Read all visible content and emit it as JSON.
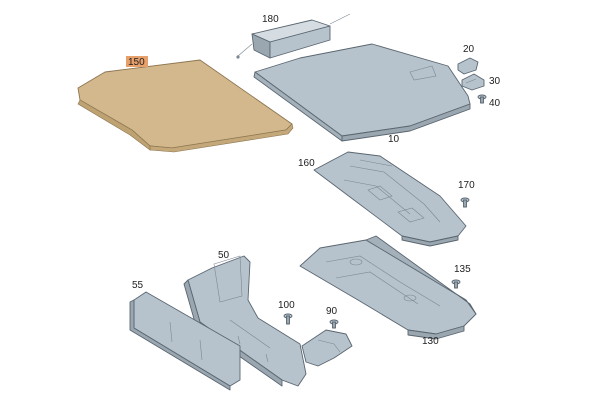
{
  "diagram": {
    "colors": {
      "part_fill": "#b7c3cc",
      "part_shade": "#9aa7b1",
      "part_light": "#d5dde3",
      "highlight_fill": "#d2b88c",
      "highlight_shade": "#c4a87a",
      "highlight_label_bg": "#e8a06a"
    },
    "callouts": [
      {
        "id": "180",
        "text": "180"
      },
      {
        "id": "150",
        "text": "150",
        "highlighted": true
      },
      {
        "id": "20",
        "text": "20"
      },
      {
        "id": "30",
        "text": "30"
      },
      {
        "id": "40",
        "text": "40"
      },
      {
        "id": "10",
        "text": "10"
      },
      {
        "id": "160",
        "text": "160"
      },
      {
        "id": "170",
        "text": "170"
      },
      {
        "id": "50",
        "text": "50"
      },
      {
        "id": "135",
        "text": "135"
      },
      {
        "id": "55",
        "text": "55"
      },
      {
        "id": "100",
        "text": "100"
      },
      {
        "id": "90",
        "text": "90"
      },
      {
        "id": "130",
        "text": "130"
      }
    ]
  }
}
